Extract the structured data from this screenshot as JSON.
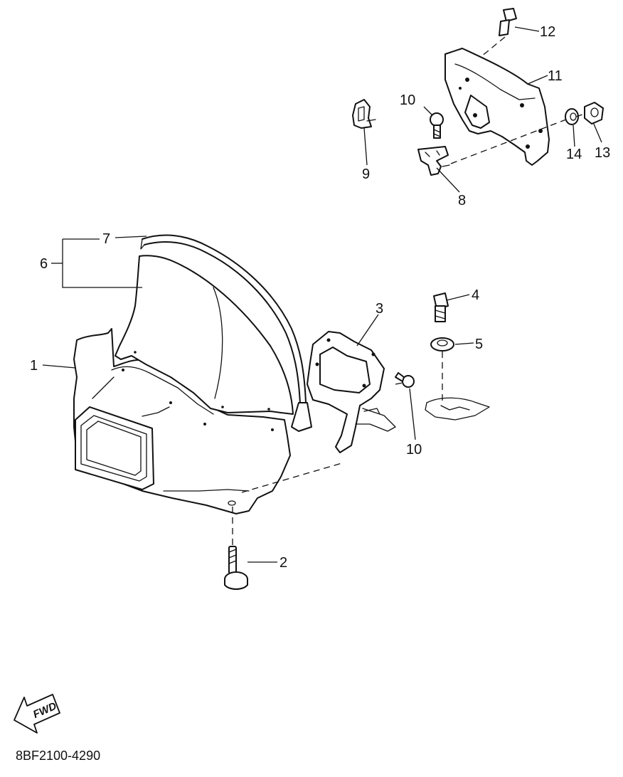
{
  "diagram": {
    "drawing_code": "8BF2100-4290",
    "direction_label": "FWD",
    "callouts": {
      "c1": "1",
      "c2": "2",
      "c3": "3",
      "c4": "4",
      "c5": "5",
      "c6": "6",
      "c7": "7",
      "c8": "8",
      "c9": "9",
      "c10a": "10",
      "c10b": "10",
      "c11": "11",
      "c12": "12",
      "c13": "13",
      "c14": "14"
    }
  }
}
